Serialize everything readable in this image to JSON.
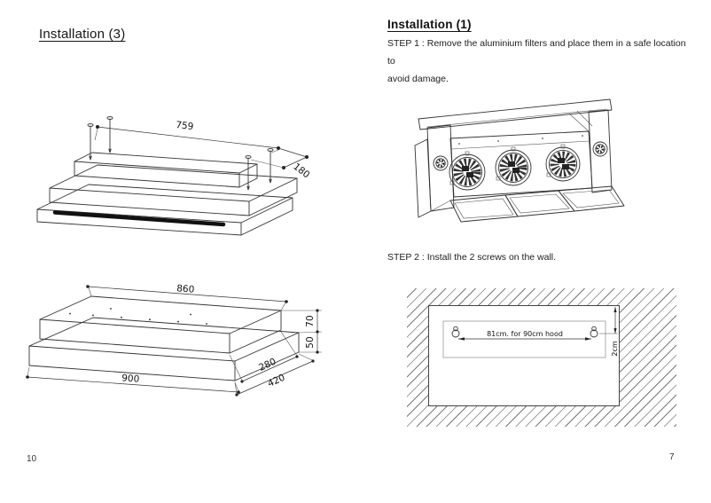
{
  "left_page": {
    "title": "Installation (3)",
    "page_number": "10",
    "top_drawing": {
      "description": "isometric-hood-with-mounting-screws",
      "width_label": "759",
      "depth_label": "180"
    },
    "bottom_drawing": {
      "description": "isometric-hood-overall-dimensions",
      "top_width_label": "860",
      "bottom_width_label": "900",
      "upper_height_label": "70",
      "lower_height_label": "50",
      "top_depth_label": "280",
      "bottom_depth_label": "420"
    }
  },
  "right_page": {
    "title": "Installation (1)",
    "page_number": "7",
    "step1_lines": [
      "STEP 1 : Remove the aluminium filters and place them in a safe location to",
      "avoid damage."
    ],
    "step2": "STEP 2 : Install the 2 screws on the wall.",
    "wall_drawing": {
      "screw_distance_label": "81cm. for 90cm hood",
      "edge_distance_label": "2cm"
    }
  }
}
